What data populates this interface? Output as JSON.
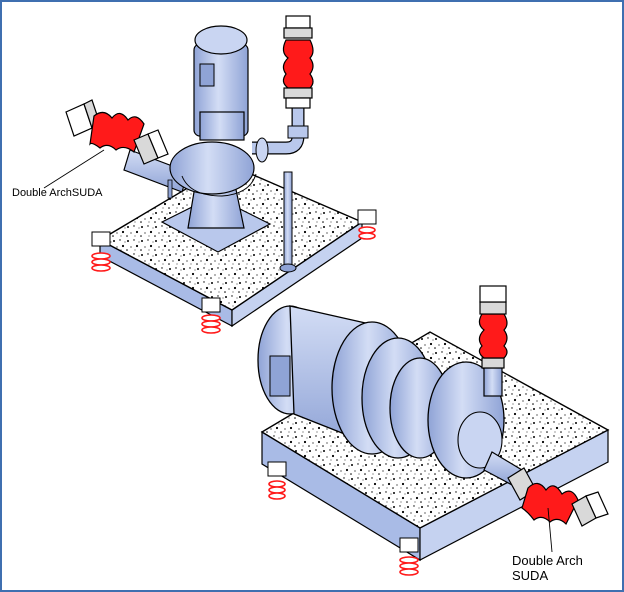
{
  "labels": {
    "upper": "Double ArchSUDA",
    "lower_line1": "Double Arch",
    "lower_line2": "SUDA"
  },
  "colors": {
    "equipment_blue": "#b9c8ec",
    "equipment_dark": "#8fa3d6",
    "connector_red": "#ff1a1a",
    "frame_border": "#3f6fb0",
    "outline": "#000000"
  },
  "icons": {
    "connector": "double-arch-rubber-expansion-joint",
    "isolator": "spring-mount-isolator"
  }
}
